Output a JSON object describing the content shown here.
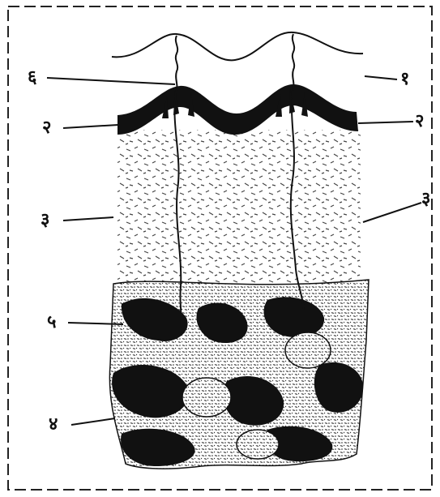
{
  "labels": {
    "duct": "६",
    "surface_right": "१",
    "epidermis_left": "२",
    "epidermis_right": "२",
    "dermis_left": "३",
    "dermis_right": "३",
    "gland_layer": "५",
    "deep_layer": "४"
  },
  "colors": {
    "ink": "#111111",
    "speckle": "#333333",
    "paper": "#ffffff"
  }
}
